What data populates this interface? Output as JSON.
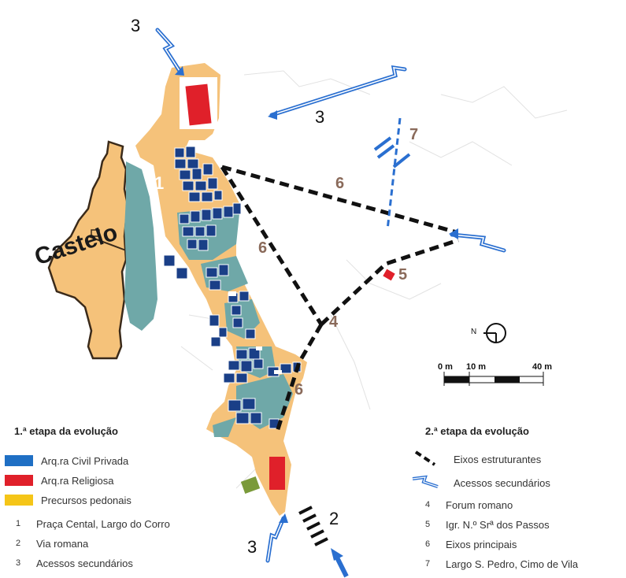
{
  "map": {
    "castle_label": "Castelo",
    "numbers": {
      "n1": "1",
      "n2": "2",
      "n3_top": "3",
      "n3_mid": "3",
      "n3_bottom": "3",
      "n4": "4",
      "n5": "5",
      "n6_a": "6",
      "n6_b": "6",
      "n6_c": "6",
      "n7": "7"
    },
    "north_label": "N",
    "scale": {
      "t0": "0 m",
      "t10": "10 m",
      "t40": "40 m"
    }
  },
  "legend1": {
    "title": "1.ª etapa da evolução",
    "items": [
      {
        "swatch_color": "#1f6fc4",
        "label": "Arq.ra Civil Privada"
      },
      {
        "swatch_color": "#e0202a",
        "label": "Arq.ra Religiosa"
      },
      {
        "swatch_color": "#f5c518",
        "label": "Precursos pedonais"
      }
    ],
    "numbered": [
      {
        "index": "1",
        "label": "Praça Cental, Largo do Corro"
      },
      {
        "index": "2",
        "label": "Via romana"
      },
      {
        "index": "3",
        "label": "Acessos secundários"
      }
    ]
  },
  "legend2": {
    "title": "2.ª etapa da evolução",
    "items": [
      {
        "symbol": "dashed-black-line",
        "label": "Eixos estruturantes"
      },
      {
        "symbol": "blue-double-arrow",
        "label": "Acessos secundários"
      }
    ],
    "numbered": [
      {
        "index": "4",
        "label": "Forum romano"
      },
      {
        "index": "5",
        "label": "Igr. N.º Srª dos Passos"
      },
      {
        "index": "6",
        "label": "Eixos principais"
      },
      {
        "index": "7",
        "label": "Largo S. Pedro, Cimo de Vila"
      }
    ]
  },
  "colors": {
    "paths": "#f5c27a",
    "civil": "#1a3f87",
    "teal": "#6fa8a8",
    "religious": "#e0202a",
    "axis": "#111111",
    "access": "#2a6fd0",
    "olive": "#7a9a3a"
  }
}
